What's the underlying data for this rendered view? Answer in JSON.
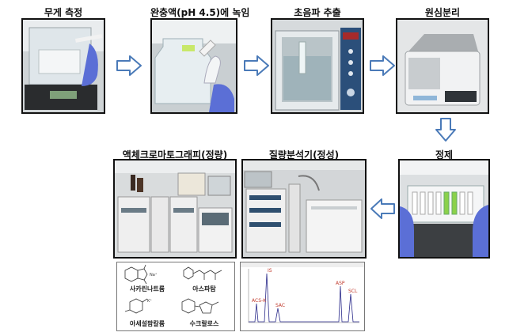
{
  "steps": {
    "weighing": "무게 측정",
    "dissolve": "완충액(pH 4.5)에 녹임",
    "ultrasonic": "초음파 추출",
    "centrifuge": "원심분리",
    "purify": "정제",
    "lc": "액체크로마토그래피(정량)",
    "ms": "질량분석기(정성)"
  },
  "structures": {
    "saccharin": "사카린나트륨",
    "aspartame": "아스파탐",
    "acesulfame": "아세설팜칼륨",
    "sucralose": "수크랄로스"
  },
  "chromatogram": {
    "peaks": [
      "ACS-K",
      "IS",
      "SAC",
      "ASP",
      "SCL"
    ]
  },
  "colors": {
    "arrow_fill": "#ffffff",
    "arrow_stroke": "#4a7ab8",
    "glove": "#5b6fd6",
    "peak_label": "#c0392b"
  }
}
